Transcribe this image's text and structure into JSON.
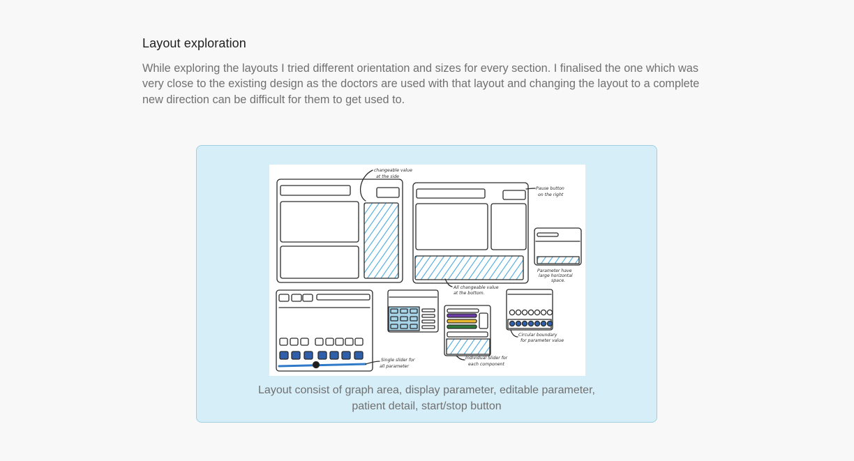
{
  "section": {
    "title": "Layout exploration",
    "paragraph": "While exploring the layouts I tried different orientation and sizes for every section. I finalised the one which was very close to the existing design as the doctors are used with that layout and changing the layout to a complete new direction can be difficult for them to get used to."
  },
  "figure": {
    "caption_line1": "Layout consist of graph area, display parameter, editable parameter,",
    "caption_line2": "patient detail, start/stop button",
    "annotations": {
      "a1": "changeable value",
      "a1b": "at the side",
      "a2": "Pause button",
      "a2b": "on the right",
      "a3": "Parameter have",
      "a3b": "large horizontal",
      "a3c": "space.",
      "a4": "All changeable value",
      "a4b": "at the bottom.",
      "a5": "Circular boundary",
      "a5b": "for parameter value",
      "a6": "Single slider for",
      "a6b": "all parameter",
      "a7": "Individual Slider for",
      "a7b": "each component"
    },
    "colors": {
      "hatch": "#4aa9dc",
      "ink": "#2a2a2a",
      "purple": "#6a3aa8",
      "yellow": "#e8b830",
      "green": "#2f7a3a",
      "blue_dot": "#2f5fa8"
    }
  }
}
